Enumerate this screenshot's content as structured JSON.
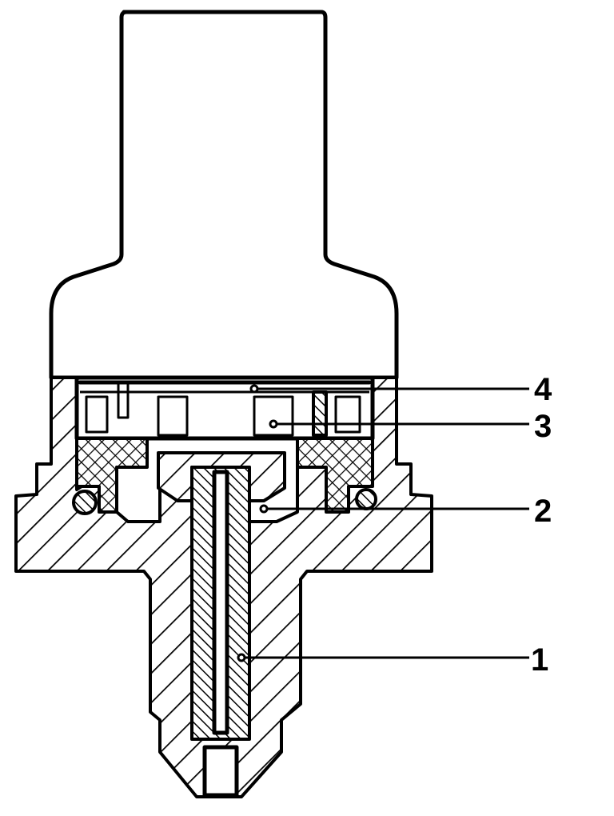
{
  "figure": {
    "callouts": [
      {
        "id": "callout-4",
        "label": "4"
      },
      {
        "id": "callout-3",
        "label": "3"
      },
      {
        "id": "callout-2",
        "label": "2"
      },
      {
        "id": "callout-1",
        "label": "1"
      }
    ]
  }
}
